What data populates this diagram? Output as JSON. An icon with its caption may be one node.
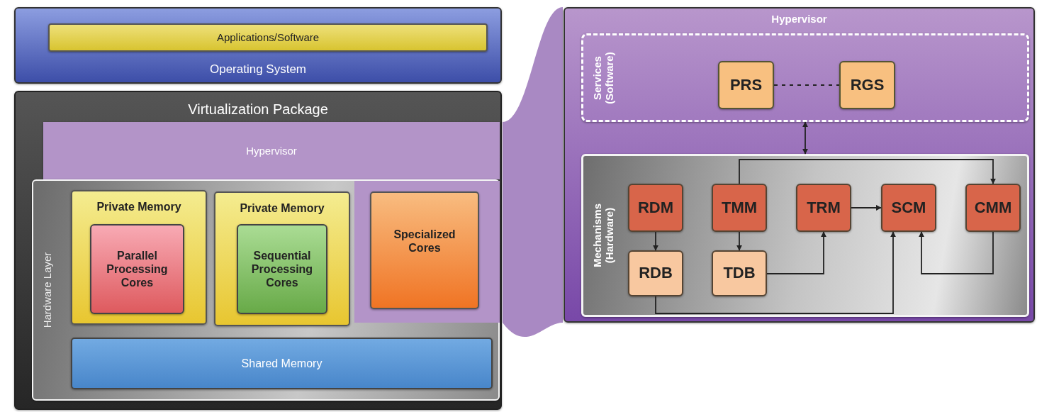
{
  "diagram": {
    "nodes": [
      {
        "text": [
          "Operating System"
        ]
      },
      {
        "text": [
          "Applications/Software"
        ],
        "in": 0
      },
      {
        "text": [
          "Virtualization Package"
        ]
      },
      {
        "text": [
          "Hypervisor"
        ],
        "in": 2
      },
      {
        "text": [
          "Hardware Layer"
        ],
        "in": 2
      },
      {
        "text": [
          "Private Memory"
        ],
        "in": 4
      },
      {
        "text": [
          "Parallel Processing Cores"
        ],
        "in": 5
      },
      {
        "text": [
          "Private Memory"
        ],
        "in": 4
      },
      {
        "text": [
          "Sequential Processing Cores"
        ],
        "in": 7
      },
      {
        "text": [
          "Specialized Cores"
        ],
        "in": 4
      },
      {
        "text": [
          "Shared Memory"
        ],
        "in": 4
      },
      {
        "text": [
          "Hypervisor"
        ]
      },
      {
        "text": [
          "Services (Software)"
        ],
        "in": 11
      },
      {
        "text": [
          "PRS"
        ],
        "in": 12
      },
      {
        "text": [
          "RGS"
        ],
        "in": 12
      },
      {
        "text": [
          "Mechanisms (Hardware)"
        ],
        "in": 11
      },
      {
        "text": [
          "RDM"
        ],
        "in": 15
      },
      {
        "text": [
          "TMM"
        ],
        "in": 15
      },
      {
        "text": [
          "TRM"
        ],
        "in": 15
      },
      {
        "text": [
          "SCM"
        ],
        "in": 15
      },
      {
        "text": [
          "CMM"
        ],
        "in": 15
      },
      {
        "text": [
          "RDB"
        ],
        "in": 15
      },
      {
        "text": [
          "TDB"
        ],
        "in": 15
      },
      {
        "text": [],
        "shape": "band"
      }
    ],
    "edges": [
      {
        "from": 13,
        "to": 14,
        "arrow": "none",
        "style": "dashed"
      },
      {
        "from": 12,
        "to": 15,
        "arrow": "both"
      },
      {
        "from": 16,
        "to": 21,
        "arrow": "to"
      },
      {
        "from": 17,
        "to": 22,
        "arrow": "to"
      },
      {
        "from": 17,
        "to": 20,
        "arrow": "to"
      },
      {
        "from": 18,
        "to": 19,
        "arrow": "to"
      },
      {
        "from": 22,
        "to": 18,
        "arrow": "to"
      },
      {
        "from": 21,
        "to": 19,
        "arrow": "to"
      },
      {
        "from": 20,
        "to": 19,
        "arrow": "to"
      }
    ]
  }
}
